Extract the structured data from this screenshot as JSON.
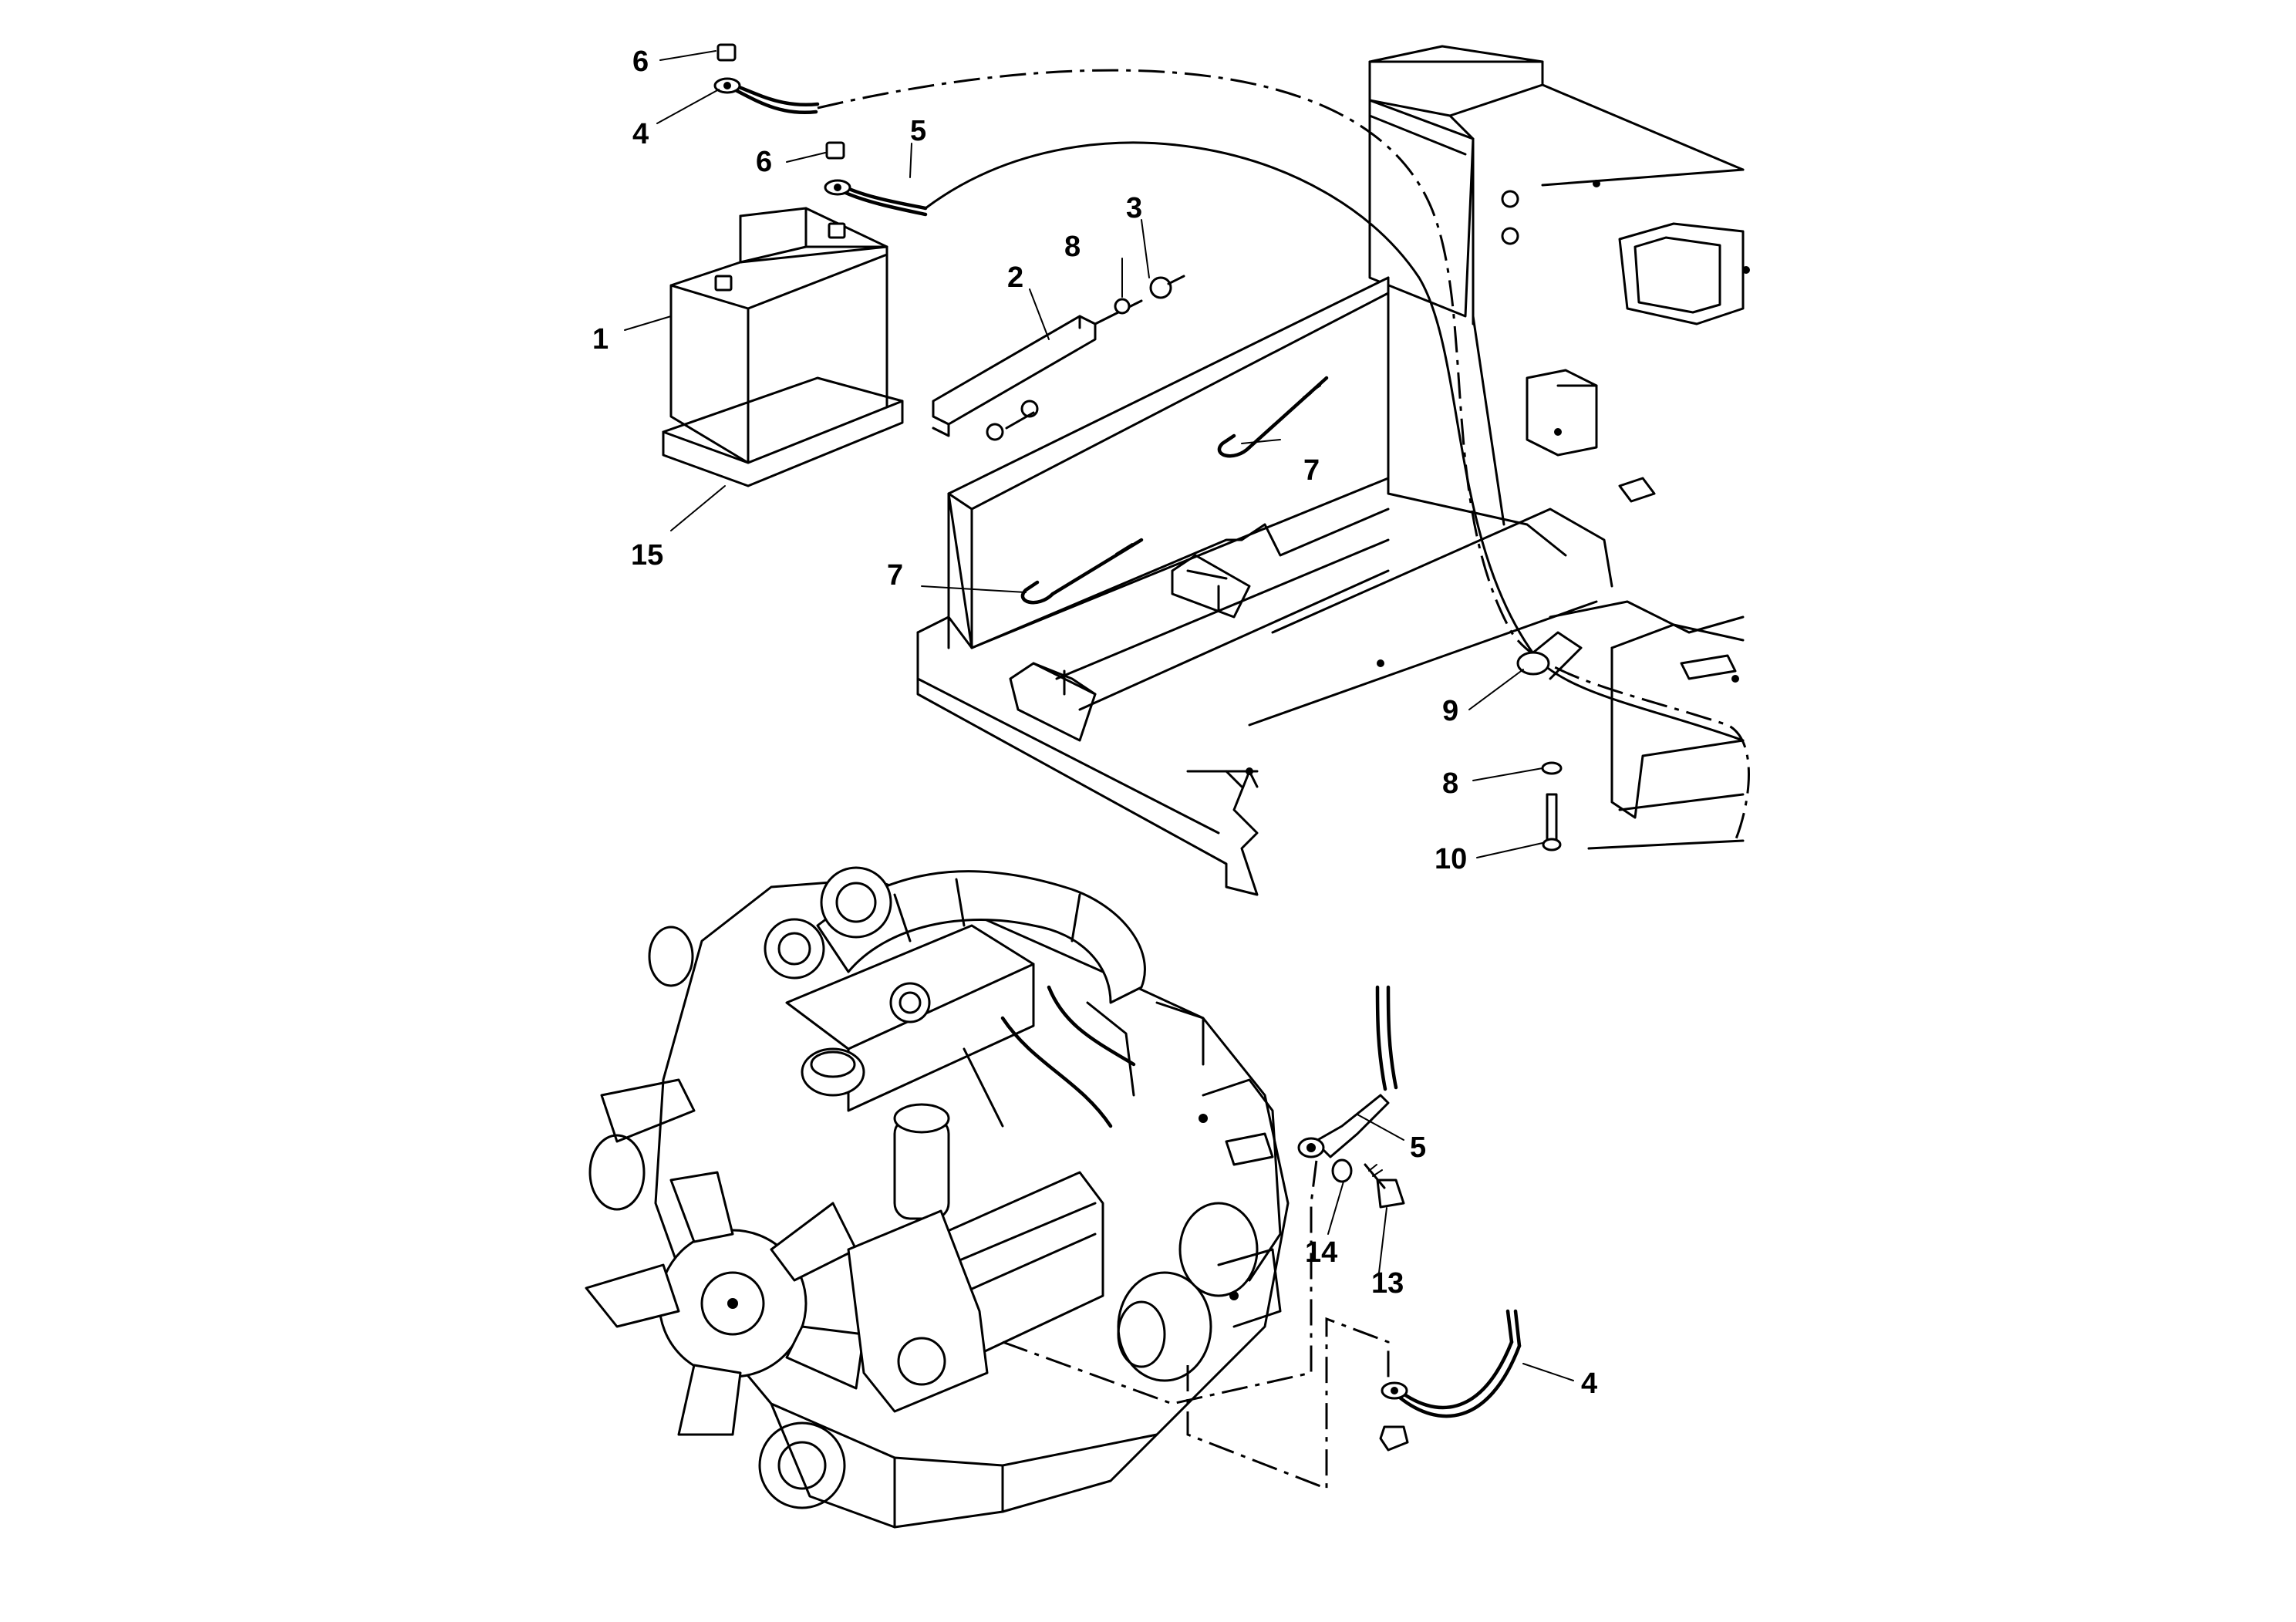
{
  "callouts": [
    {
      "id": "c6a",
      "label": "6"
    },
    {
      "id": "c4a",
      "label": "4"
    },
    {
      "id": "c6b",
      "label": "6"
    },
    {
      "id": "c5a",
      "label": "5"
    },
    {
      "id": "c1",
      "label": "1"
    },
    {
      "id": "c2",
      "label": "2"
    },
    {
      "id": "c8a",
      "label": "8"
    },
    {
      "id": "c3",
      "label": "3"
    },
    {
      "id": "c7a",
      "label": "7"
    },
    {
      "id": "c7b",
      "label": "7"
    },
    {
      "id": "c15",
      "label": "15"
    },
    {
      "id": "c9",
      "label": "9"
    },
    {
      "id": "c8b",
      "label": "8"
    },
    {
      "id": "c10",
      "label": "10"
    },
    {
      "id": "c5b",
      "label": "5"
    },
    {
      "id": "c14",
      "label": "14"
    },
    {
      "id": "c13",
      "label": "13"
    },
    {
      "id": "c4b",
      "label": "4"
    }
  ]
}
